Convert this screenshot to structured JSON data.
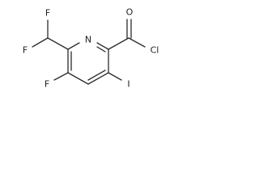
{
  "molecule": {
    "atoms": {
      "fluorine_top": "F",
      "fluorine_left": "F",
      "fluorine_ring": "F",
      "nitrogen": "N",
      "oxygen": "O",
      "chlorine": "Cl",
      "iodine": "I"
    }
  }
}
